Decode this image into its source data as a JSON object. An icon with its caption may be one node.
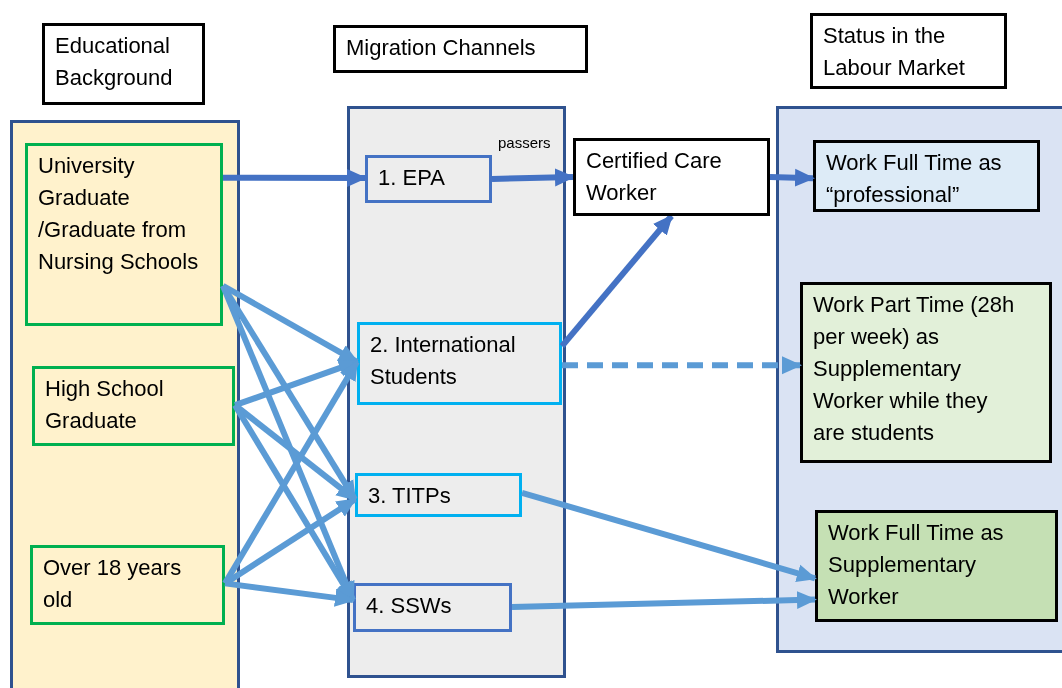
{
  "diagram": {
    "nodes": [
      {
        "text": [
          "Educational Background"
        ]
      },
      {
        "text": [
          "Migration Channels"
        ]
      },
      {
        "text": [
          "Status in the Labour Market"
        ]
      },
      {
        "text": [],
        "shape": "box"
      },
      {
        "text": [
          "University Graduate /Graduate from Nursing Schools"
        ],
        "in": 3
      },
      {
        "text": [
          "High School Graduate"
        ],
        "in": 3
      },
      {
        "text": [
          "Over 18 years old"
        ],
        "in": 3
      },
      {
        "text": [],
        "shape": "box"
      },
      {
        "text": [
          "1. EPA"
        ],
        "in": 7
      },
      {
        "text": [
          "2. International Students"
        ],
        "in": 7
      },
      {
        "text": [
          "3. TITPs"
        ],
        "in": 7
      },
      {
        "text": [
          "4. SSWs"
        ],
        "in": 7
      },
      {
        "text": [
          "Certified Care Worker"
        ]
      },
      {
        "text": [],
        "shape": "box"
      },
      {
        "text": [
          "Work Full Time as “professional”"
        ],
        "in": 13
      },
      {
        "text": [
          "Work Part Time (28h per week) as Supplementary Worker while they are students"
        ],
        "in": 13
      },
      {
        "text": [
          "Work Full Time as Supplementary Worker"
        ],
        "in": 13
      }
    ],
    "edges": [
      {
        "from": 4,
        "to": 8,
        "arrow": "to",
        "color": "#4472c4"
      },
      {
        "from": 8,
        "to": 12,
        "arrow": "to",
        "label": "passers",
        "color": "#4472c4"
      },
      {
        "from": 12,
        "to": 14,
        "arrow": "to",
        "color": "#4472c4"
      },
      {
        "from": 9,
        "to": 12,
        "arrow": "to",
        "color": "#4472c4"
      },
      {
        "from": 9,
        "to": 15,
        "arrow": "to",
        "style": "dashed"
      },
      {
        "from": 10,
        "to": 16,
        "arrow": "to"
      },
      {
        "from": 11,
        "to": 16,
        "arrow": "to"
      },
      {
        "from": 4,
        "to": 9,
        "arrow": "to"
      },
      {
        "from": 4,
        "to": 10,
        "arrow": "to"
      },
      {
        "from": 4,
        "to": 11,
        "arrow": "to"
      },
      {
        "from": 5,
        "to": 9,
        "arrow": "to"
      },
      {
        "from": 5,
        "to": 10,
        "arrow": "to"
      },
      {
        "from": 5,
        "to": 11,
        "arrow": "to"
      },
      {
        "from": 6,
        "to": 9,
        "arrow": "to"
      },
      {
        "from": 6,
        "to": 10,
        "arrow": "to"
      },
      {
        "from": 6,
        "to": 11,
        "arrow": "to"
      }
    ]
  }
}
